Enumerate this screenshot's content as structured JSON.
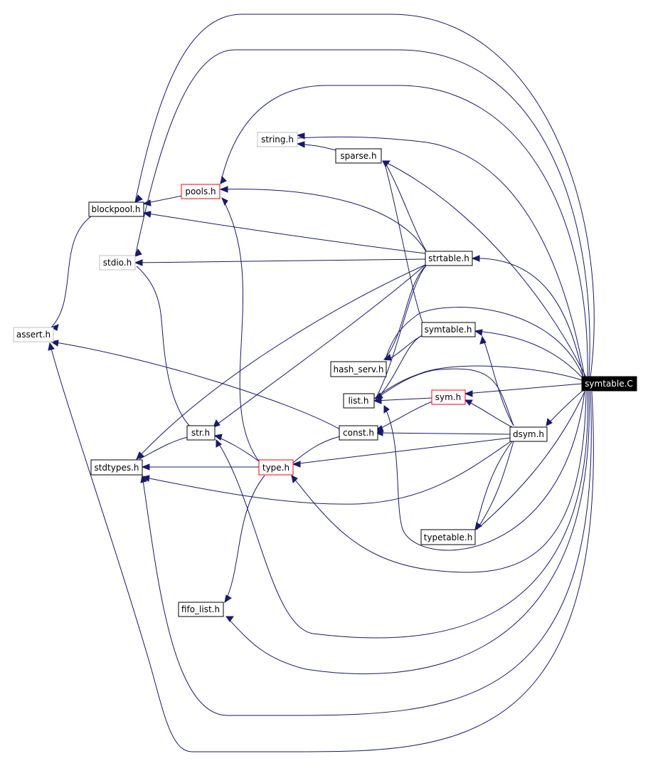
{
  "nodes": {
    "symtable_C": "symtable.C",
    "string_h": "string.h",
    "sparse_h": "sparse.h",
    "pools_h": "pools.h",
    "blockpool_h": "blockpool.h",
    "stdio_h": "stdio.h",
    "strtable_h": "strtable.h",
    "assert_h": "assert.h",
    "symtable_h": "symtable.h",
    "hash_serv_h": "hash_serv.h",
    "list_h": "list.h",
    "sym_h": "sym.h",
    "str_h": "str.h",
    "const_h": "const.h",
    "dsym_h": "dsym.h",
    "stdtypes_h": "stdtypes.h",
    "type_h": "type.h",
    "typetable_h": "typetable.h",
    "fifo_list_h": "fifo_list.h"
  },
  "colors": {
    "edge": "#191970",
    "node_border": "#000000",
    "node_border_missing": "#bfbfbf",
    "node_border_truncated": "#ff0000",
    "root_fill": "#000000",
    "root_text": "#ffffff"
  }
}
